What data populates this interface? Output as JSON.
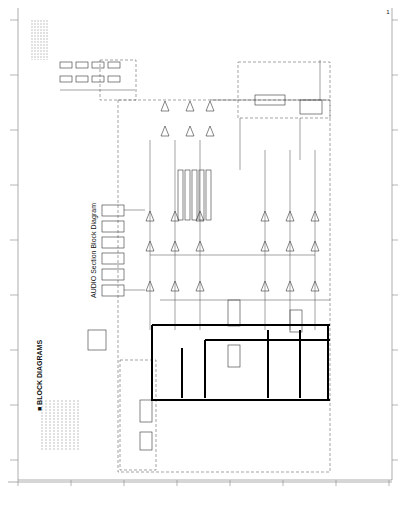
{
  "diagram": {
    "title": "AUDIO Section Block Diagram",
    "labels": [
      "■ BLOCK DIAGRAMS",
      "1"
    ]
  }
}
